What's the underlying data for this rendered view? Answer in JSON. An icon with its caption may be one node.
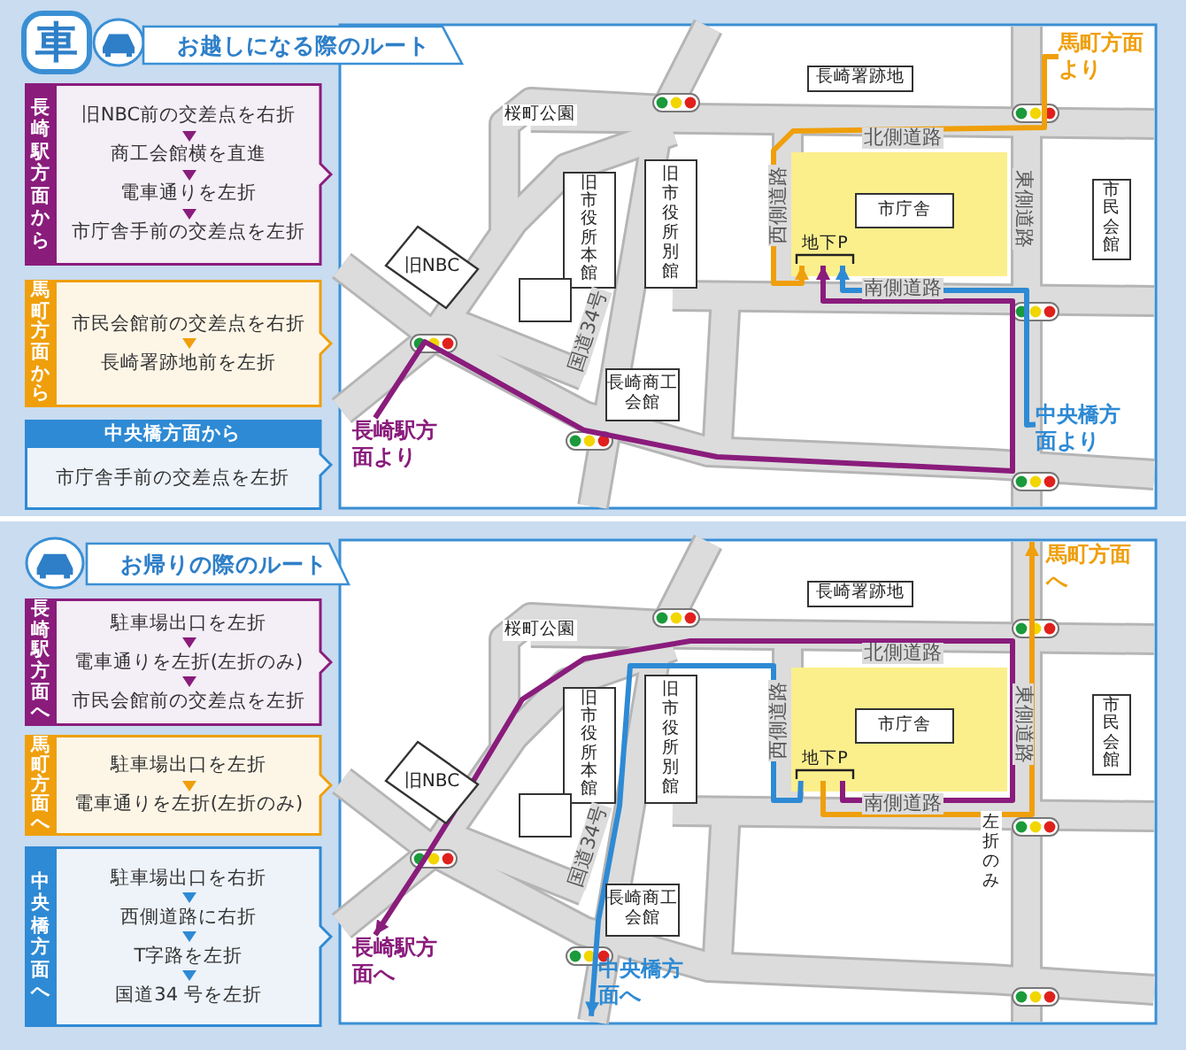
{
  "diagram": {
    "nodes": [
      {
        "text": [
          "長崎駅方面から",
          "旧NBC前の交差点を右折",
          "商工会館横を直進",
          "電車通りを左折",
          "市庁舎手前の交差点を左折"
        ]
      },
      {
        "text": [
          "馬町方面から",
          "市民会館前の交差点を右折",
          "長崎署跡地前を左折"
        ]
      },
      {
        "text": [
          "中央橋方面から",
          "市庁舎手前の交差点を左折"
        ]
      },
      {
        "text": [
          "長崎署跡地"
        ]
      },
      {
        "text": [
          "旧NBC"
        ]
      },
      {
        "text": [
          "旧市役所本館"
        ]
      },
      {
        "text": [],
        "shape": "box"
      },
      {
        "text": [
          "旧市役所別館"
        ]
      },
      {
        "text": [],
        "shape": "box"
      },
      {
        "text": [
          "市庁舎"
        ],
        "in": 8
      },
      {
        "text": [
          "地下P"
        ],
        "in": 8
      },
      {
        "text": [
          "市民会館"
        ]
      },
      {
        "text": [
          "長崎商工会館"
        ]
      },
      {
        "text": [
          "長崎駅方面より"
        ]
      },
      {
        "text": [
          "馬町方面より"
        ]
      },
      {
        "text": [
          "中央橋方面より"
        ]
      },
      {
        "text": [
          "長崎駅方面へ",
          "駐車場出口を左折",
          "電車通りを左折(左折のみ)",
          "市民会館前の交差点を左折"
        ]
      },
      {
        "text": [
          "馬町方面へ",
          "駐車場出口を左折",
          "電車通りを左折(左折のみ)"
        ]
      },
      {
        "text": [
          "中央橋方面へ",
          "駐車場出口を右折",
          "西側道路に右折",
          "T字路を左折",
          "国道34 号を左折"
        ]
      },
      {
        "text": [
          "長崎署跡地"
        ]
      },
      {
        "text": [
          "旧NBC"
        ]
      },
      {
        "text": [
          "旧市役所本館"
        ]
      },
      {
        "text": [],
        "shape": "box"
      },
      {
        "text": [
          "旧市役所別館"
        ]
      },
      {
        "text": [],
        "shape": "box"
      },
      {
        "text": [
          "市庁舎"
        ],
        "in": 24
      },
      {
        "text": [
          "地下P"
        ],
        "in": 24
      },
      {
        "text": [
          "市民会館"
        ]
      },
      {
        "text": [
          "長崎商工会館"
        ]
      },
      {
        "text": [
          "長崎駅方面へ"
        ]
      },
      {
        "text": [
          "馬町方面へ"
        ]
      },
      {
        "text": [
          "中央橋方面へ"
        ]
      }
    ],
    "edges": [
      {
        "from": 13,
        "to": 10,
        "arrow": "to",
        "color": "#8a1c7c"
      },
      {
        "from": 14,
        "to": 10,
        "arrow": "to",
        "color": "#ef9f0c"
      },
      {
        "from": 15,
        "to": 10,
        "arrow": "to",
        "color": "#2e8ad4"
      },
      {
        "from": 26,
        "to": 29,
        "arrow": "to",
        "color": "#8a1c7c"
      },
      {
        "from": 26,
        "to": 30,
        "arrow": "to",
        "color": "#ef9f0c"
      },
      {
        "from": 26,
        "to": 31,
        "arrow": "to",
        "color": "#2e8ad4"
      }
    ],
    "labels": [
      "車",
      "お越しになる際のルート",
      "桜町公園",
      "北側道路",
      "西側道路",
      "東側道路",
      "南側道路",
      "国道34号",
      "お帰りの際のルート",
      "桜町公園",
      "北側道路",
      "西側道路",
      "東側道路",
      "南側道路",
      "国道34号",
      "左折のみ"
    ]
  }
}
